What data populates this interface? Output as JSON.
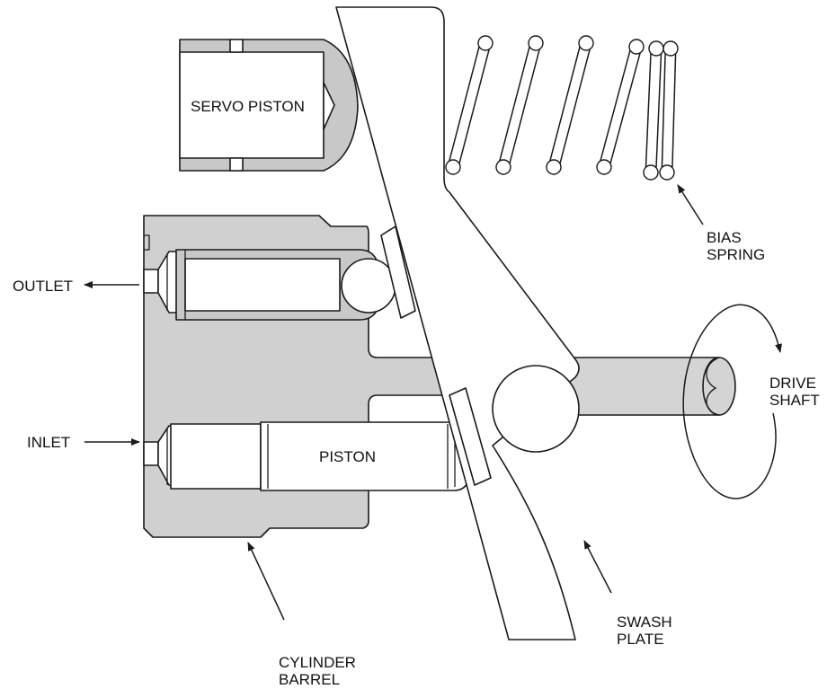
{
  "labels": {
    "servo_piston": "SERVO PISTON",
    "piston": "PISTON",
    "outlet": "OUTLET",
    "inlet": "INLET",
    "bias_spring_1": "BIAS",
    "bias_spring_2": "SPRING",
    "drive_shaft_1": "DRIVE",
    "drive_shaft_2": "SHAFT",
    "swash_plate_1": "SWASH",
    "swash_plate_2": "PLATE",
    "cylinder_barrel_1": "CYLINDER",
    "cylinder_barrel_2": "BARREL"
  },
  "colors": {
    "barrel_fill": "#d0d0d0",
    "servo_ring_fill": "#c8c8c8",
    "shaft_fill": "#d4d4d4",
    "line": "#1a1a1a",
    "background": "#ffffff"
  }
}
